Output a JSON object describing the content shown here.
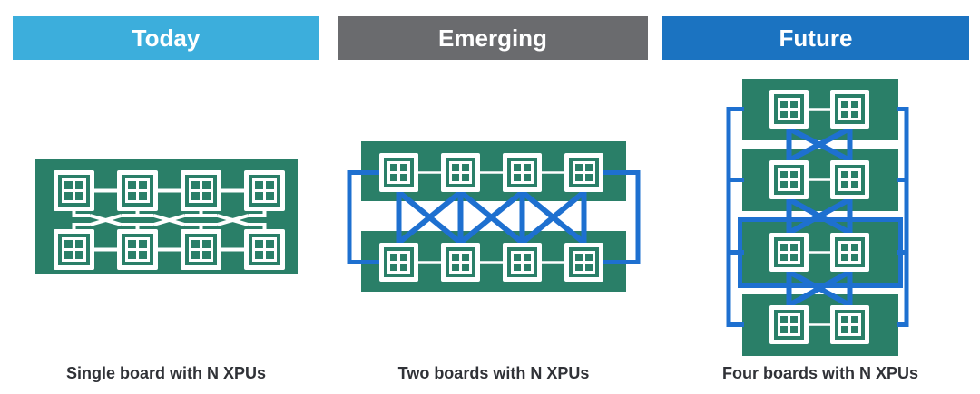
{
  "colors": {
    "background": "#FFFFFF",
    "board_green": "#2A7F68",
    "chip_white": "#FFFFFF",
    "board_link_white": "#FFFFFF",
    "interconnect_blue": "#1E70D0",
    "caption_text": "#303237"
  },
  "panels": [
    {
      "header": {
        "label": "Today",
        "color": "#3CAEDC",
        "text_color": "#FFFFFF"
      },
      "caption": "Single board with N XPUs",
      "diagram": {
        "boards": 1,
        "chips_per_board": 8,
        "chip_icon": "xpu-chip-icon"
      }
    },
    {
      "header": {
        "label": "Emerging",
        "color": "#6A6B6E",
        "text_color": "#FFFFFF"
      },
      "caption": "Two boards with N XPUs",
      "diagram": {
        "boards": 2,
        "chips_per_board": 4,
        "chip_icon": "xpu-chip-icon"
      }
    },
    {
      "header": {
        "label": "Future",
        "color": "#1B73C1",
        "text_color": "#FFFFFF"
      },
      "caption": "Four boards with N XPUs",
      "diagram": {
        "boards": 4,
        "chips_per_board": 2,
        "chip_icon": "xpu-chip-icon",
        "highlighted_board_index": 3
      }
    }
  ]
}
